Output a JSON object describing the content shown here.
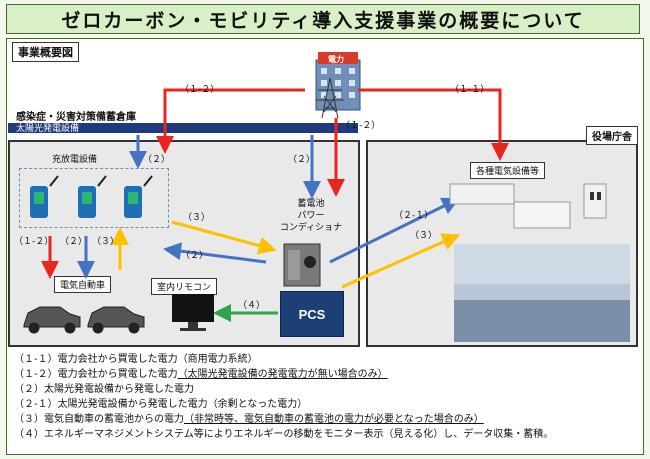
{
  "title": "ゼロカーボン・モビリティ導入支援事業の概要について",
  "section_label": "事業概要図",
  "power_company_label": "電力",
  "warehouse_label": "感染症・災害対策備蓄倉庫",
  "solar_label": "太陽光発電設備",
  "office_label": "役場庁舎",
  "charger_label": "充放電設備",
  "battery_label": [
    "蓄電池",
    "パワー",
    "コンディショナ"
  ],
  "ev_label": "電気自動車",
  "remote_label": "室内リモコン",
  "pcs_label": "PCS",
  "appliances_label": "各種電気設備等",
  "arrow_labels": {
    "a_1_2_left": "（１-２）",
    "a_1_1": "（１-１）",
    "a_1_2_mid": "（１-２）",
    "a_2_top": "（２）",
    "a_2_battery": "（２）",
    "a_3_to_battery": "（３）",
    "a_2_to_charger": "（２）",
    "a_1_2_ev": "（１-２）",
    "a_2_ev": "（２）",
    "a_3_ev": "（３）",
    "a_4": "（４）",
    "a_2_1": "（２-１）",
    "a_3_office": "（３）"
  },
  "legend": [
    {
      "text": "（１-１）電力会社から買電した電力（商用電力系統）",
      "underlined": ""
    },
    {
      "text": "（１-２）電力会社から買電した電力",
      "underlined": "（太陽光発電設備の発電電力が無い場合のみ）"
    },
    {
      "text": "（２）太陽光発電設備から発電した電力",
      "underlined": ""
    },
    {
      "text": "（２-１）太陽光発電設備から発電した電力（余剰となった電力）",
      "underlined": ""
    },
    {
      "text": "（３）電気自動車の蓄電池からの電力",
      "underlined": "（非常時等、電気自動車の蓄電池の電力が必要となった場合のみ）"
    },
    {
      "text": "（４）エネルギーマネジメントシステム等によりエネルギーの移動をモニター表示（見える化）し、データ収集・蓄積。",
      "underlined": ""
    }
  ],
  "colors": {
    "red": "#e8251f",
    "blue": "#4472c4",
    "yellow": "#ffc000",
    "green": "#2ea44a",
    "navy": "#1f3b80"
  }
}
